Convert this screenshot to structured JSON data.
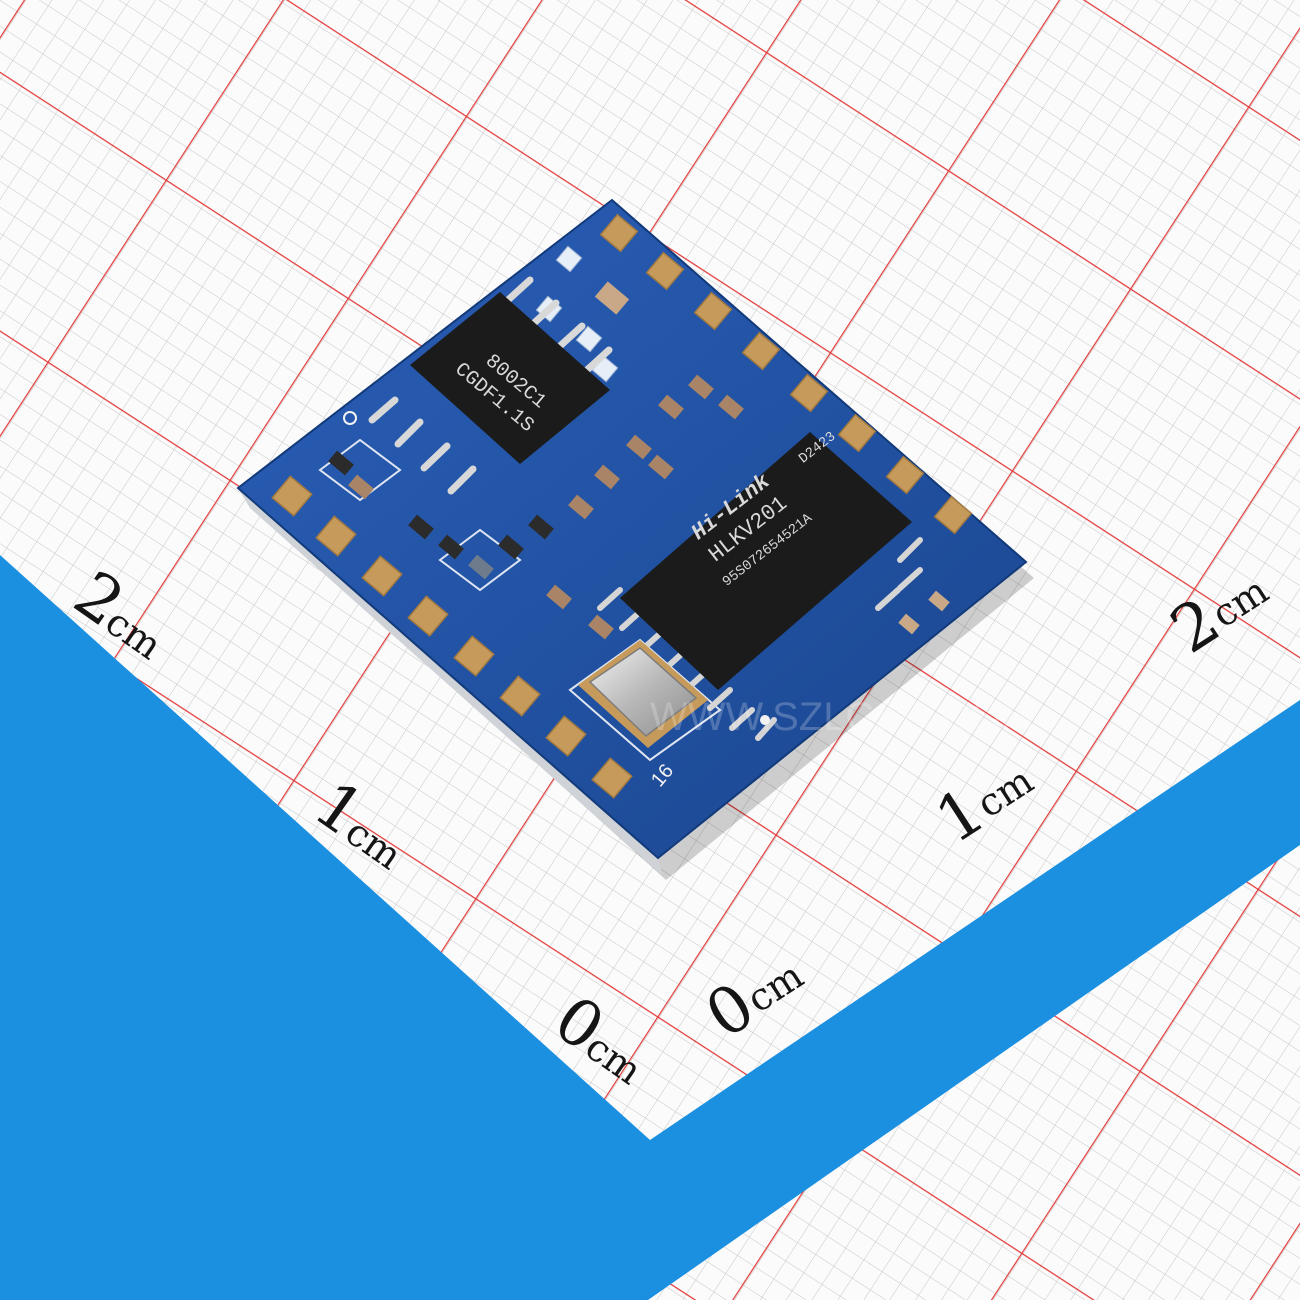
{
  "scale_labels": {
    "left_2": "2",
    "left_1": "1",
    "left_0": "0",
    "unit": "cm",
    "right_2": "2",
    "right_1": "1",
    "right_0": "0"
  },
  "chip_small": {
    "line1": "8002C1",
    "line2": "CGDF1.1S"
  },
  "chip_main": {
    "brand": "Hi-Link",
    "line1": "HLKV201",
    "line2": "95S072654521A",
    "line3": "D2423"
  },
  "silkscreen": {
    "pin_number": "16"
  },
  "watermark": {
    "text": "WWW.SZLCSC.COM"
  },
  "colors": {
    "grid_red": "#e23a3a",
    "grid_thin": "#bdbdbd",
    "ruler_blue": "#1b8fe0",
    "pcb_blue": "#1c4fa3",
    "pad_gold": "#c69a5b",
    "chip_black": "#1b1b1b"
  }
}
